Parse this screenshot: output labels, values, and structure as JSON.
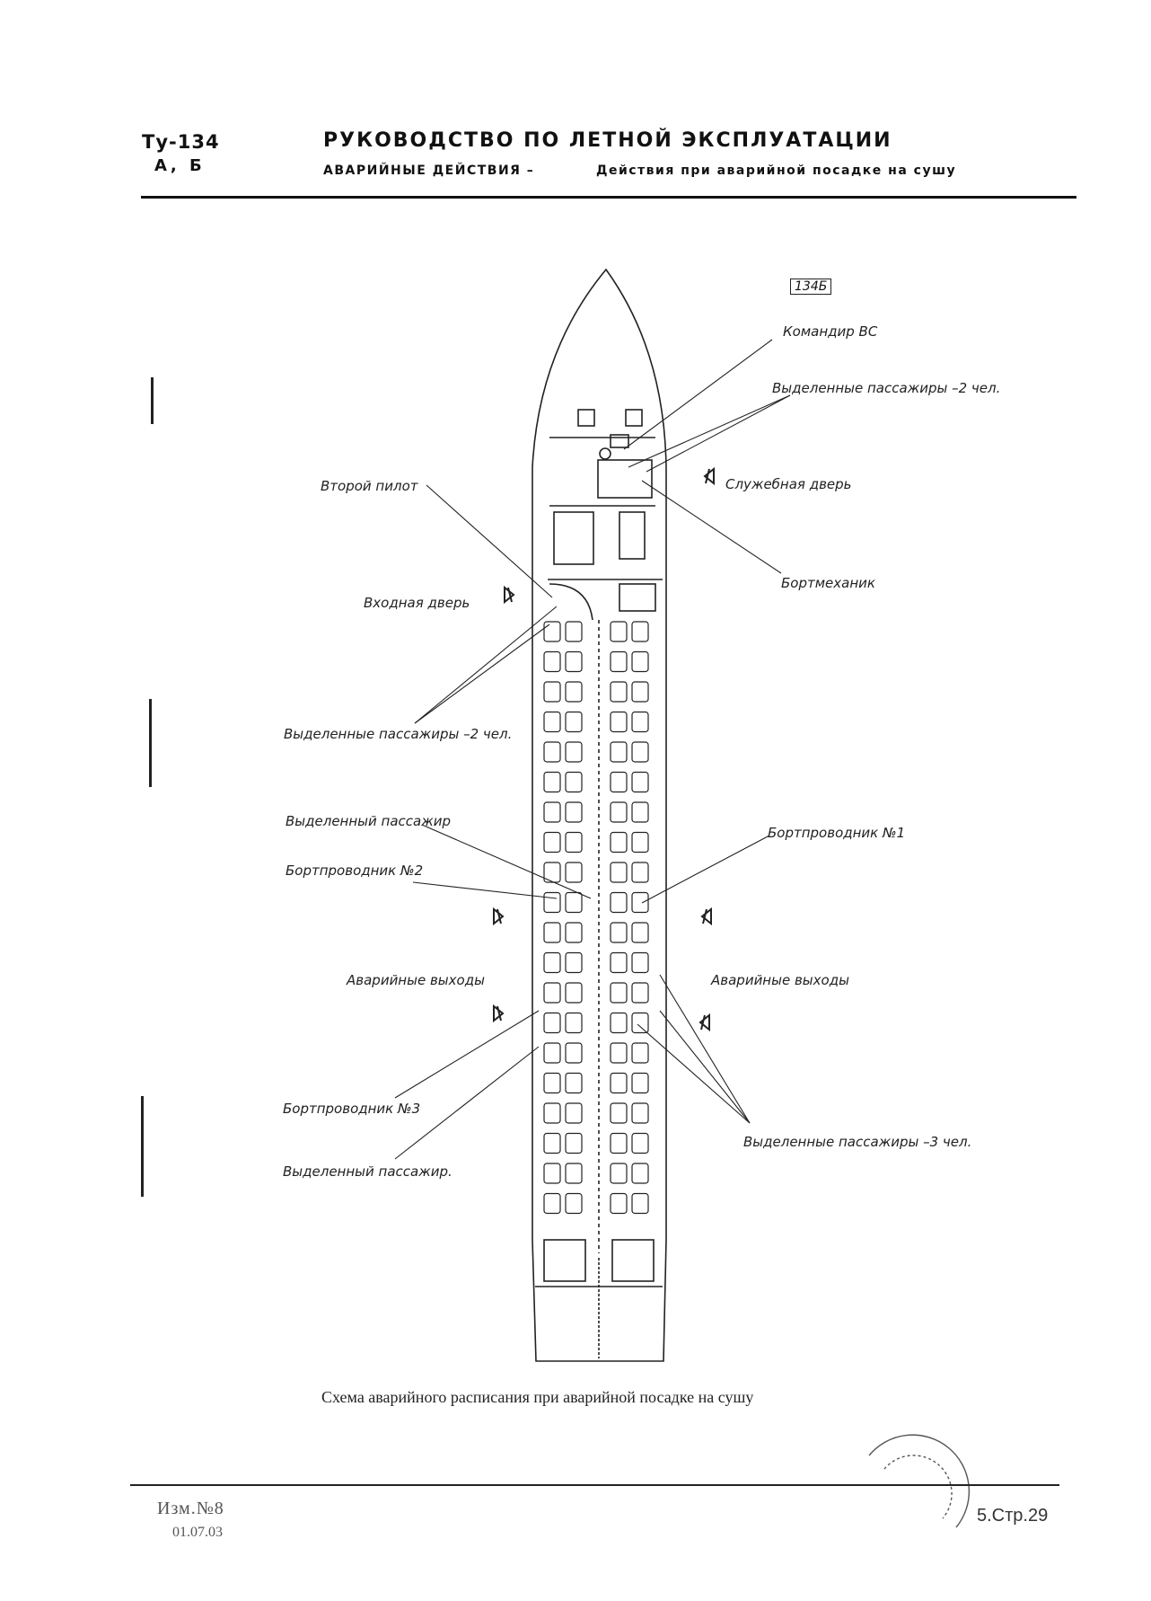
{
  "header": {
    "model": "Ту-134",
    "variant": "А, Б",
    "title": "РУКОВОДСТВО ПО ЛЕТНОЙ ЭКСПЛУАТАЦИИ",
    "section": "АВАРИЙНЫЕ ДЕЙСТВИЯ –",
    "subsection": "Действия при аварийной посадке на сушу"
  },
  "figure": {
    "number": "134Б",
    "labels": {
      "commander": "Командир ВС",
      "selected_passengers_2_right": "Выделенные пассажиры –2 чел.",
      "service_door": "Служебная дверь",
      "flight_engineer": "Бортмеханик",
      "second_pilot": "Второй пилот",
      "entry_door": "Входная дверь",
      "selected_passengers_2_left": "Выделенные пассажиры –2 чел.",
      "selected_passenger_mid": "Выделенный пассажир",
      "attendant_1": "Бортпроводник №1",
      "attendant_2": "Бортпроводник №2",
      "emergency_exits_left": "Аварийные выходы",
      "emergency_exits_right": "Аварийные выходы",
      "attendant_3": "Бортпроводник №3",
      "selected_passengers_3": "Выделенные пассажиры –3 чел.",
      "selected_passenger_low": "Выделенный пассажир."
    },
    "caption": "Схема аварийного расписания при аварийной посадке на сушу"
  },
  "footer": {
    "revision": "Изм.№8",
    "date": "01.07.03",
    "page": "5.Стр.29"
  }
}
